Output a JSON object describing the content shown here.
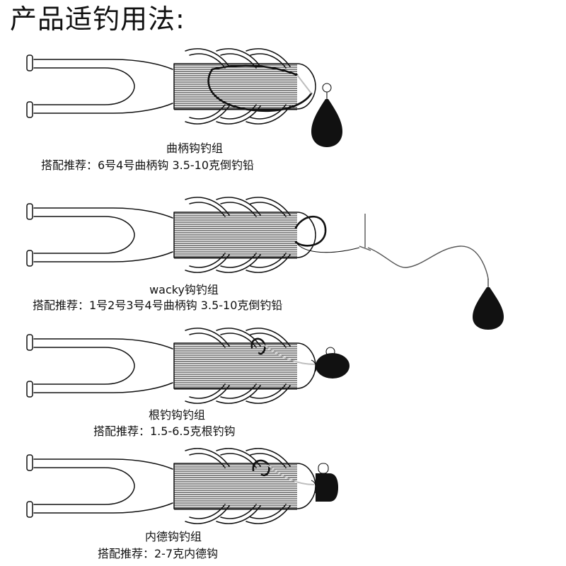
{
  "title": "产品适钓用法:",
  "rigs": [
    {
      "name": "曲柄钩钓组",
      "recommend": "搭配推荐：6号4号曲柄钩   3.5-10克倒钓铅"
    },
    {
      "name": "wacky钩钓组",
      "recommend": "搭配推荐：1号2号3号4号曲柄钩   3.5-10克倒钓铅"
    },
    {
      "name": "根钓钩钓组",
      "recommend": "搭配推荐：1.5-6.5克根钓钩"
    },
    {
      "name": "内德钩钓组",
      "recommend": "搭配推荐：2-7克内德钩"
    }
  ],
  "colors": {
    "ink": "#111111",
    "leader": "#555555",
    "hidden_hook": "#bdbdbd"
  }
}
